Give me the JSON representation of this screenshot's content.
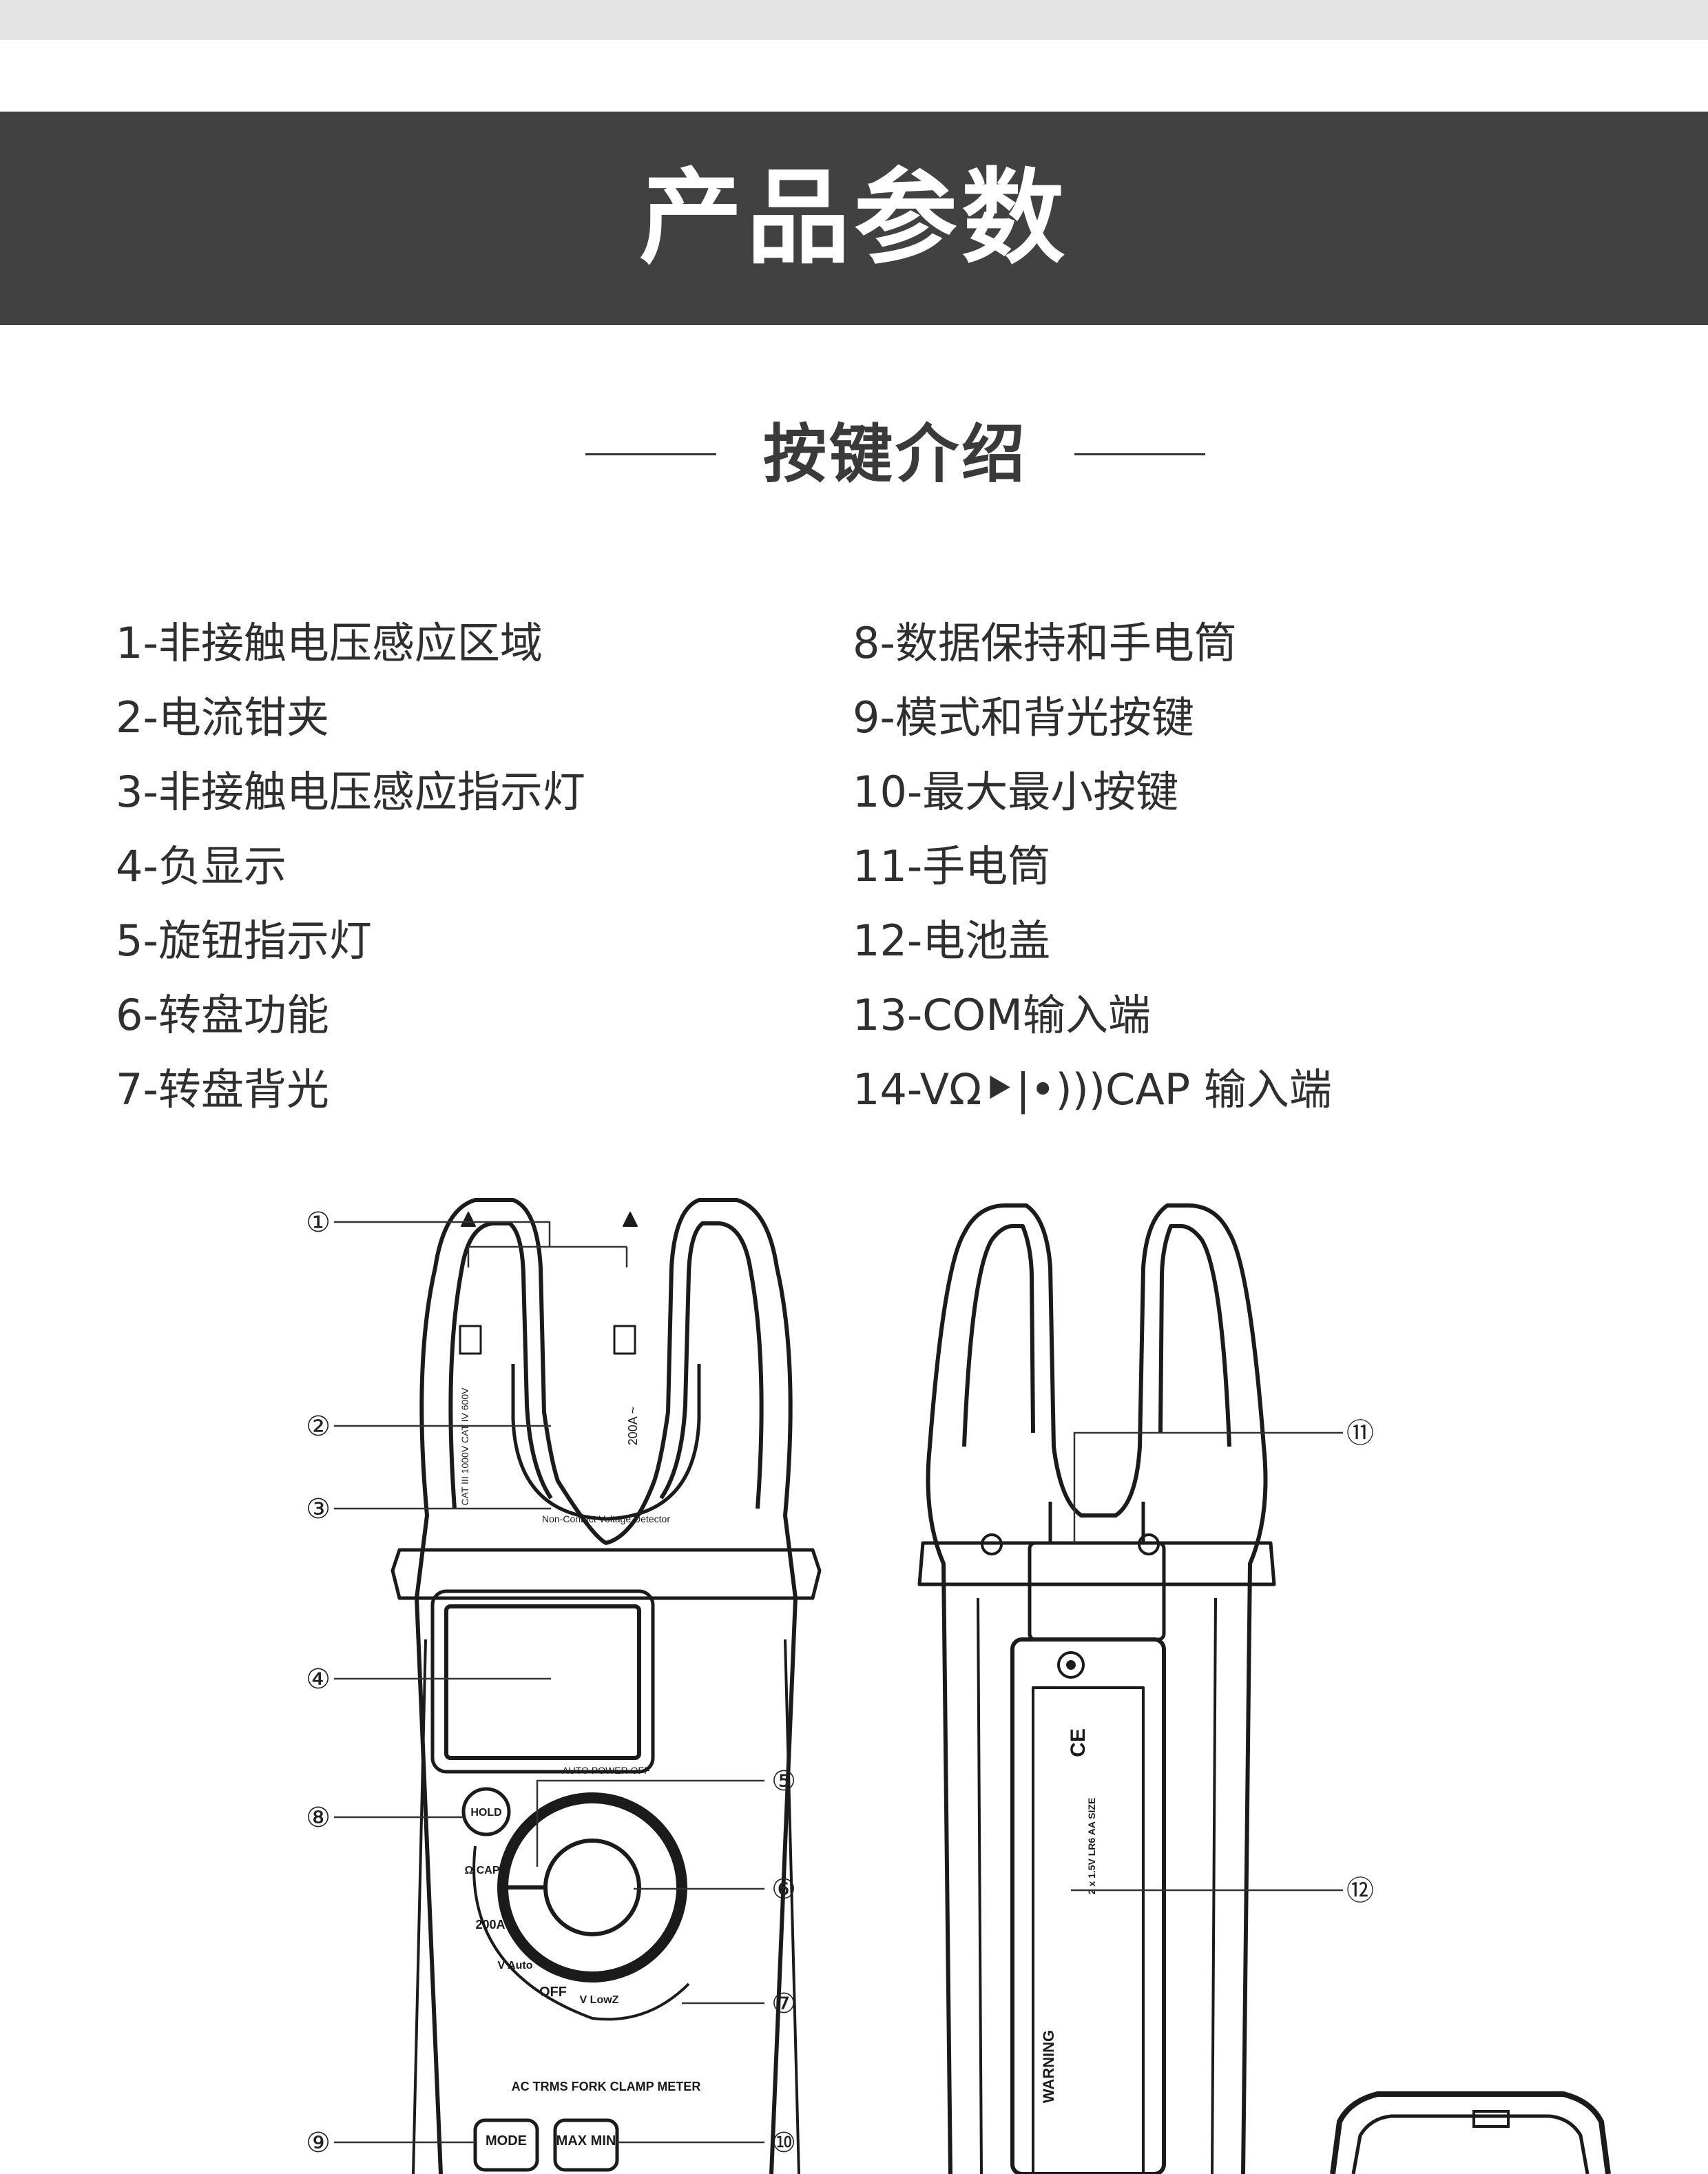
{
  "banner": {
    "title": "产品参数"
  },
  "section": {
    "title": "按键介绍"
  },
  "legend": {
    "left": [
      "1-非接触电压感应区域",
      "2-电流钳夹",
      "3-非接触电压感应指示灯",
      "4-负显示",
      "5-旋钮指示灯",
      "6-转盘功能",
      "7-转盘背光"
    ],
    "right": [
      "8-数据保持和手电筒",
      "9-模式和背光按键",
      "10-最大最小按键",
      "11-手电筒",
      "12-电池盖",
      "13-COM输入端",
      "14-VΩ⯈|•)))CAP 输入端"
    ]
  },
  "device": {
    "front_label": "AC TRMS FORK CLAMP METER",
    "ncv_label": "Non-Contact Voltage Detector",
    "auto_power_off": "AUTO POWER OFF",
    "cat_rating": "CAT III 1000V CAT IV 600V",
    "clamp_range": "200A ~",
    "buttons": {
      "hold": "HOLD",
      "mode": "MODE",
      "max_min": "MAX MIN"
    },
    "dial": {
      "pos1": "Ω CAP",
      "pos2": "200A",
      "pos3": "V Auto",
      "pos4": "OFF",
      "pos5": "V LowZ"
    },
    "back_warning": "WARNING",
    "battery_spec": "2 x 1.5V LR6 AA SIZE",
    "ce_mark": "CE"
  },
  "callouts": [
    "①",
    "②",
    "③",
    "④",
    "⑤",
    "⑥",
    "⑦",
    "⑧",
    "⑨",
    "⑩",
    "⑪",
    "⑫"
  ]
}
